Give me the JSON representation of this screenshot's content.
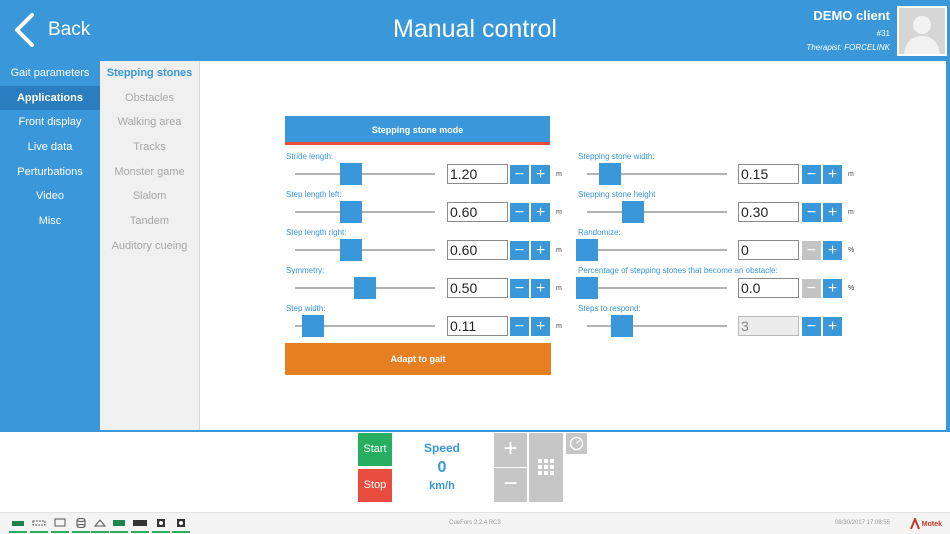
{
  "header": {
    "back_label": "Back",
    "title": "Manual control",
    "client_name": "DEMO client",
    "client_id": "#31",
    "therapist": "Therapist: FORCELINK"
  },
  "sidebar": {
    "items": [
      {
        "label": "Gait parameters"
      },
      {
        "label": "Applications"
      },
      {
        "label": "Front display"
      },
      {
        "label": "Live data"
      },
      {
        "label": "Perturbations"
      },
      {
        "label": "Video"
      },
      {
        "label": "Misc"
      }
    ]
  },
  "subnav": {
    "items": [
      {
        "label": "Stepping stones"
      },
      {
        "label": "Obstacles"
      },
      {
        "label": "Walking area"
      },
      {
        "label": "Tracks"
      },
      {
        "label": "Monster game"
      },
      {
        "label": "Slalom"
      },
      {
        "label": "Tandem"
      },
      {
        "label": "Auditory cueing"
      }
    ]
  },
  "panel": {
    "mode_button": "Stepping stone mode",
    "adapt_button": "Adapt to gait",
    "left": [
      {
        "label": "Stride length:",
        "value": "1.20",
        "unit": "m",
        "level": 0.38
      },
      {
        "label": "Step length left:",
        "value": "0.60",
        "unit": "m",
        "level": 0.38
      },
      {
        "label": "Step length right:",
        "value": "0.60",
        "unit": "m",
        "level": 0.38
      },
      {
        "label": "Symmetry:",
        "value": "0.50",
        "unit": "m",
        "level": 0.5
      },
      {
        "label": "Step width:",
        "value": "0.11",
        "unit": "m",
        "level": 0.06
      }
    ],
    "right": [
      {
        "label": "Stepping stone width:",
        "value": "0.15",
        "unit": "m",
        "level": 0.1
      },
      {
        "label": "Stepping stone height",
        "value": "0.30",
        "unit": "m",
        "level": 0.3
      },
      {
        "label": "Randomize:",
        "value": "0",
        "unit": "%",
        "level": 0
      },
      {
        "label": "Percentage of stepping stones that become an obstacle:",
        "value": "0.0",
        "unit": "%",
        "level": 0
      },
      {
        "label": "Steps to respond:",
        "value": "3",
        "unit": "",
        "level": 0.2
      }
    ]
  },
  "speed": {
    "label": "Speed",
    "value": "0",
    "unit": "km/h"
  },
  "buttons": {
    "start": "Start",
    "stop": "Stop",
    "plus": "+",
    "minus": "−"
  },
  "status": {
    "version": "CueFors 2.2.4 RC3",
    "datetime": "08/30/2017 17:08:55",
    "brand": "Motek",
    "icons": [
      "treadmill-icon",
      "remote-icon",
      "monitor-icon",
      "database-icon",
      "network-icon",
      "board-icon",
      "display-bar-icon",
      "camera-icon",
      "device-icon"
    ]
  },
  "colors": {
    "accent": "#3a97d9",
    "start": "#27ae60",
    "stop": "#e74c3c",
    "adapt": "#e67e22"
  }
}
